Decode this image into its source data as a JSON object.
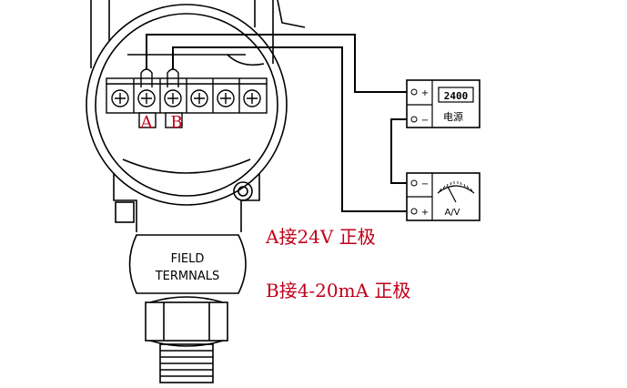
{
  "terminals": {
    "label_a": "A",
    "label_b": "B"
  },
  "housing": {
    "plate_line1": "FIELD",
    "plate_line2": "TERMNALS"
  },
  "power_supply": {
    "display_value": "2400",
    "label": "电源",
    "plus": "+",
    "minus": "−"
  },
  "ammeter": {
    "label": "A/V",
    "plus": "+",
    "minus": "−"
  },
  "notes": {
    "line_a": "A接24V 正极",
    "line_b": "B接4-20mA 正极"
  },
  "colors": {
    "line": "#000000",
    "note": "#c0001a",
    "terminal_label": "#c0001a"
  }
}
